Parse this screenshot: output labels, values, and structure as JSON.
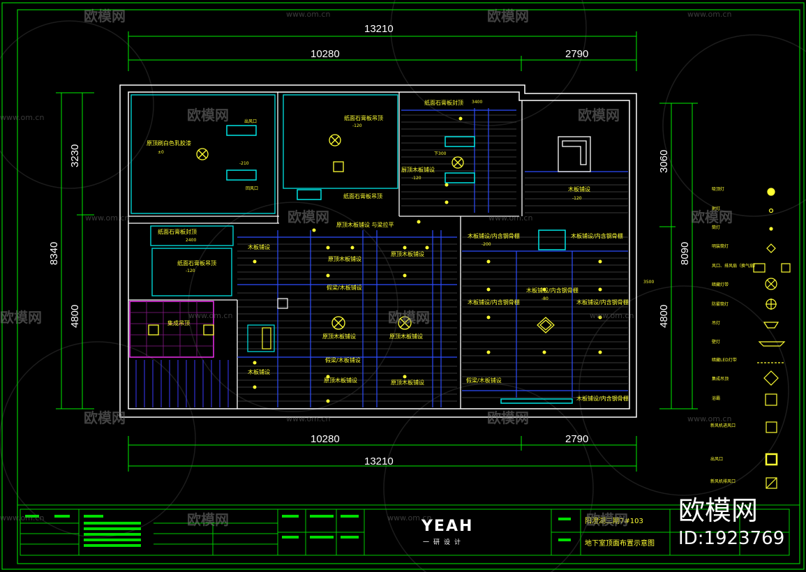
{
  "drawing": {
    "dimensions": {
      "overall_top": "13210",
      "top_left": "10280",
      "top_right": "2790",
      "bottom_left": "10280",
      "bottom_right": "2790",
      "overall_bottom": "13210",
      "left_total": "8340",
      "left_upper": "3230",
      "left_lower": "4800",
      "right_total": "8090",
      "right_upper": "3060",
      "right_lower": "4800"
    },
    "room_labels": [
      "原顶刷白色乳胶漆",
      "纸面石膏板吊顶",
      "纸面石膏板封顶",
      "纸面石膏板吊顶",
      "厨顶木板铺设",
      "木板铺设",
      "纸面石膏板封顶",
      "纸面石膏板吊顶",
      "木板铺设",
      "原顶木板铺设 与梁拉平",
      "原顶木板铺设",
      "原顶木板铺设",
      "假梁/木板铺设",
      "假梁/木板铺设",
      "原顶木板铺设",
      "原顶木板铺设",
      "原顶木板铺设",
      "原顶木板铺设",
      "木板铺设/内含钢骨棚",
      "木板铺设/内含钢骨棚",
      "木板铺设/内含钢骨棚",
      "木板铺设/内含钢骨棚",
      "木板铺设/内含钢骨棚",
      "木板铺设/内含钢骨棚",
      "集成吊顶",
      "木板铺设",
      "假梁/木板铺设"
    ],
    "small_labels": [
      "出风口",
      "回风口",
      "-120",
      "-210",
      "±0",
      "-120",
      "2400",
      "-200",
      "下300",
      "3400",
      "3500",
      "-120",
      "-80",
      "-120"
    ]
  },
  "legend": {
    "items": [
      "吸顶灯",
      "射灯",
      "筒灯",
      "明装筒灯",
      "风口、排风扇（换气扇）",
      "暗藏灯带",
      "防雾筒灯",
      "吊灯",
      "壁灯",
      "暗藏LED灯带",
      "集成吊顶",
      "浴霸",
      "新风机进风口",
      "出风口",
      "新风机排风口"
    ]
  },
  "title_block": {
    "project": "阳澄湖二期7#103",
    "drawing_title": "地下室顶面布置示意图",
    "company_logo": "YEAH",
    "company_sub": "一研设计"
  },
  "watermark": {
    "brand": "欧模网",
    "site": "www.om.cn",
    "id": "ID:1923769"
  }
}
